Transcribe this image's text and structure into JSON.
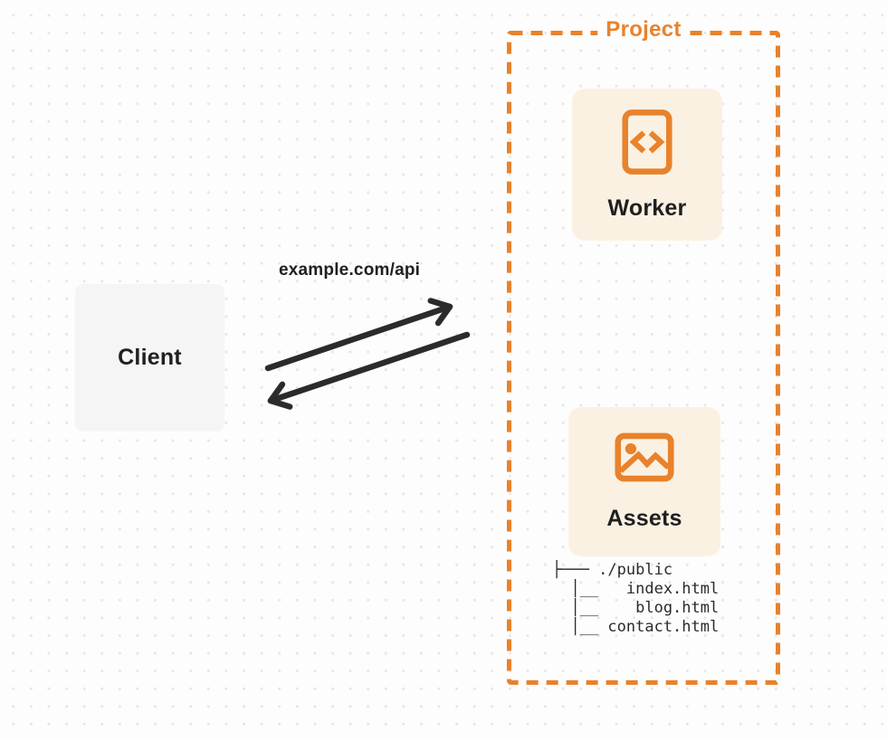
{
  "diagram": {
    "client": {
      "label": "Client"
    },
    "request_label": "example.com/api",
    "arrows": {
      "request": "client-to-project",
      "response": "project-to-client"
    },
    "project": {
      "label": "Project",
      "worker": {
        "label": "Worker",
        "icon": "code-document-icon"
      },
      "assets": {
        "label": "Assets",
        "icon": "image-icon",
        "tree_text": "├─── ./public\n  │__   index.html\n  │__    blog.html\n  │__ contact.html"
      }
    }
  },
  "colors": {
    "accent": "#E8822C",
    "card-bg": "#FBF1E2",
    "client-bg": "#F5F5F6",
    "arrow": "#2B2B2B",
    "text": "#202020",
    "page-bg": "#FDFDFD",
    "dot": "#E7E7E7"
  }
}
